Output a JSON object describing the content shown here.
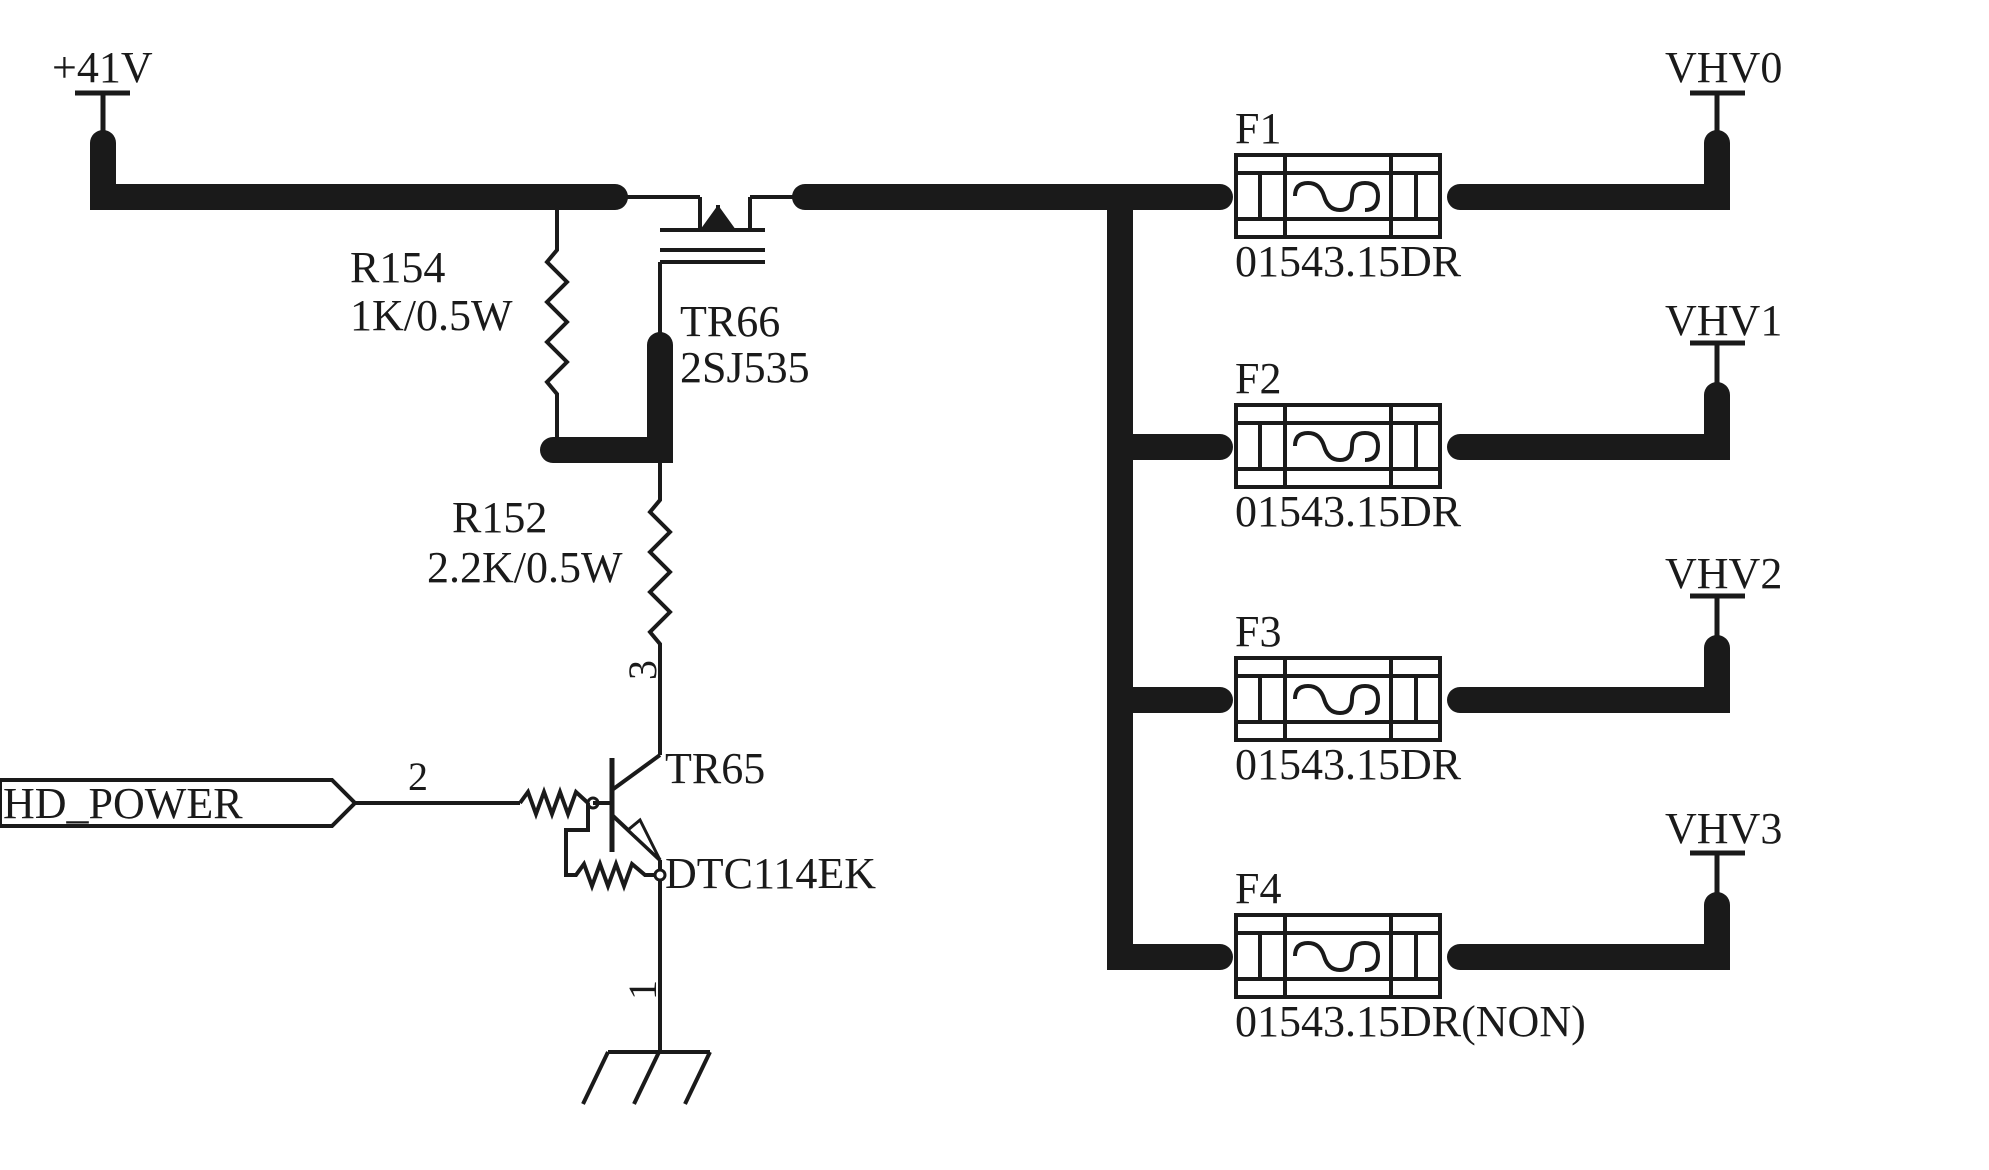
{
  "power": {
    "source": "+41V"
  },
  "outputs": [
    "VHV0",
    "VHV1",
    "VHV2",
    "VHV3"
  ],
  "fuses": [
    {
      "ref": "F1",
      "part": "01543.15DR"
    },
    {
      "ref": "F2",
      "part": "01543.15DR"
    },
    {
      "ref": "F3",
      "part": "01543.15DR"
    },
    {
      "ref": "F4",
      "part": "01543.15DR(NON)"
    }
  ],
  "resistors": {
    "r154": {
      "ref": "R154",
      "value": "1K/0.5W"
    },
    "r152": {
      "ref": "R152",
      "value": "2.2K/0.5W"
    }
  },
  "transistors": {
    "tr66": {
      "ref": "TR66",
      "part": "2SJ535"
    },
    "tr65": {
      "ref": "TR65",
      "part": "DTC114EK"
    }
  },
  "signal": {
    "name": "HD_POWER"
  },
  "pins": {
    "base": "2",
    "collector": "3",
    "emitter": "1"
  }
}
